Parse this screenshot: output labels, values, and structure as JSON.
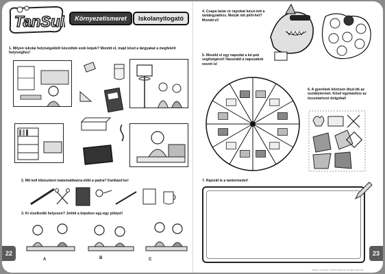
{
  "header": {
    "logo_text": "TanSuli",
    "subject_tab": "Környezetismeret",
    "topic_tab": "Iskolanyitogató"
  },
  "left_page": {
    "q1": "1. Milyen iskolai helyiségekből készültek ezek képek? Mondd el, majd kösd a tárgyakat a megfelelő helyiséghez!",
    "q2": "2. Mit kell kikészíteni matematikaóra előtt a padra? Karikázd be!",
    "q3": "3. Ki viselkedik helyesen? Jelöld a képeken egy-egy pöttyel!",
    "q3_labels": [
      "A",
      "B",
      "C"
    ],
    "page_number": "22"
  },
  "right_page": {
    "q4": "4. Csapa tanár úr rajzokat készí-tett a tantárgyakhoz. Melyik mit jelöl-het? Mondd el!",
    "q5": "5. Meséld el egy napodat a ké-pek segítségével! Használd a napszakok neveit is!",
    "q6": "6. A gyerekek közösen díszí-tik az osztálytermet. Kösd egymáshoz az összetartozó dolgokat!",
    "q7": "7. Rajzold le a tantermedet!",
    "page_number": "23",
    "credit": "Images: Copyright © 2013 Tansuli Kft. All rights reserved."
  }
}
